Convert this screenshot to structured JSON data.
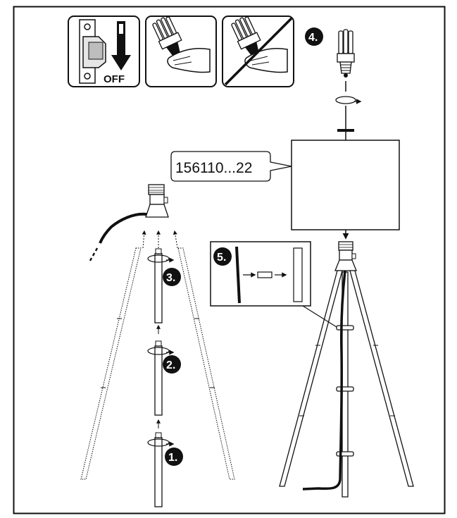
{
  "safety": {
    "switch_label": "OFF"
  },
  "part_number": "156110...22",
  "steps": {
    "s1": "1.",
    "s2": "2.",
    "s3": "3.",
    "s4": "4.",
    "s5": "5."
  },
  "colors": {
    "line": "#111111",
    "shade": "#ffffff"
  }
}
